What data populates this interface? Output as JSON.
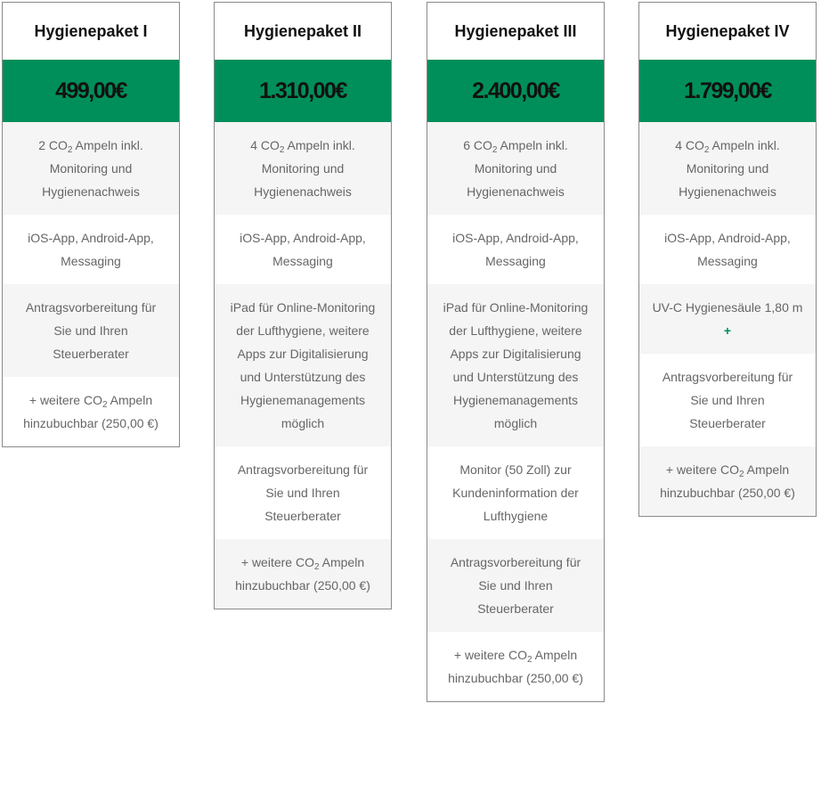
{
  "theme": {
    "accent": "#008f5a",
    "alt_row": "#f5f5f5",
    "text": "#666666"
  },
  "packages": [
    {
      "title": "Hygienepaket I",
      "price": "499,00€",
      "features": [
        {
          "pre": "2 CO",
          "sub": "2",
          "post": " Ampeln inkl. Monitoring und Hygienenachweis"
        },
        {
          "text": "iOS-App, Android-App, Messaging"
        },
        {
          "text": "Antragsvorbereitung für Sie und Ihren Steuerberater"
        },
        {
          "pre": "+ weitere CO",
          "sub": "2",
          "post": " Ampeln hinzubuchbar (250,00 €)"
        }
      ]
    },
    {
      "title": "Hygienepaket II",
      "price": "1.310,00€",
      "features": [
        {
          "pre": "4 CO",
          "sub": "2",
          "post": " Ampeln inkl. Monitoring und Hygienenachweis"
        },
        {
          "text": "iOS-App, Android-App, Messaging"
        },
        {
          "text": "iPad für Online-Monitoring der Lufthygiene, weitere Apps zur Digitalisierung und Unterstützung des Hygienemanagements möglich"
        },
        {
          "text": "Antragsvorbereitung für Sie und Ihren Steuerberater"
        },
        {
          "pre": "+ weitere CO",
          "sub": "2",
          "post": " Ampeln hinzubuchbar (250,00 €)"
        }
      ]
    },
    {
      "title": "Hygienepaket III",
      "price": "2.400,00€",
      "features": [
        {
          "pre": "6 CO",
          "sub": "2",
          "post": " Ampeln inkl. Monitoring und Hygienenachweis"
        },
        {
          "text": "iOS-App, Android-App, Messaging"
        },
        {
          "text": "iPad für Online-Monitoring der Lufthygiene, weitere Apps zur Digitalisierung und Unterstützung des Hygienemanagements möglich"
        },
        {
          "text": "Monitor (50 Zoll) zur Kundeninformation der Lufthygiene"
        },
        {
          "text": "Antragsvorbereitung für Sie und Ihren Steuerberater"
        },
        {
          "pre": "+ weitere CO",
          "sub": "2",
          "post": " Ampeln hinzubuchbar (250,00 €)"
        }
      ]
    },
    {
      "title": "Hygienepaket IV",
      "price": "1.799,00€",
      "features": [
        {
          "pre": "4 CO",
          "sub": "2",
          "post": " Ampeln inkl. Monitoring und Hygienenachweis"
        },
        {
          "text": "iOS-App, Android-App, Messaging"
        },
        {
          "text": "UV-C Hygienesäule 1,80 m",
          "plus": "+"
        },
        {
          "text": "Antragsvorbereitung für Sie und Ihren Steuerberater"
        },
        {
          "pre": "+ weitere CO",
          "sub": "2",
          "post": " Ampeln hinzubuchbar (250,00 €)"
        }
      ]
    }
  ]
}
